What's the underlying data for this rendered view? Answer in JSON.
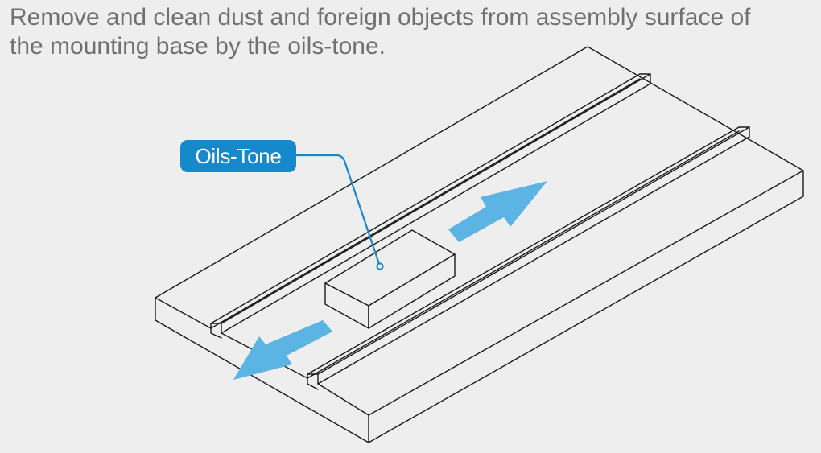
{
  "instruction": {
    "line1": "Remove and clean dust and foreign objects from assembly surface of",
    "line2": "the mounting base  by the oils-tone."
  },
  "callout": {
    "label": "Oils-Tone"
  },
  "colors": {
    "background": "#eeeeee",
    "outline": "#1a1a1a",
    "callout": "#1688cc",
    "arrow": "#5cb4e4",
    "text": "#707070"
  },
  "icons": {
    "arrow_forward": "arrow-up-right",
    "arrow_back": "arrow-down-left"
  }
}
